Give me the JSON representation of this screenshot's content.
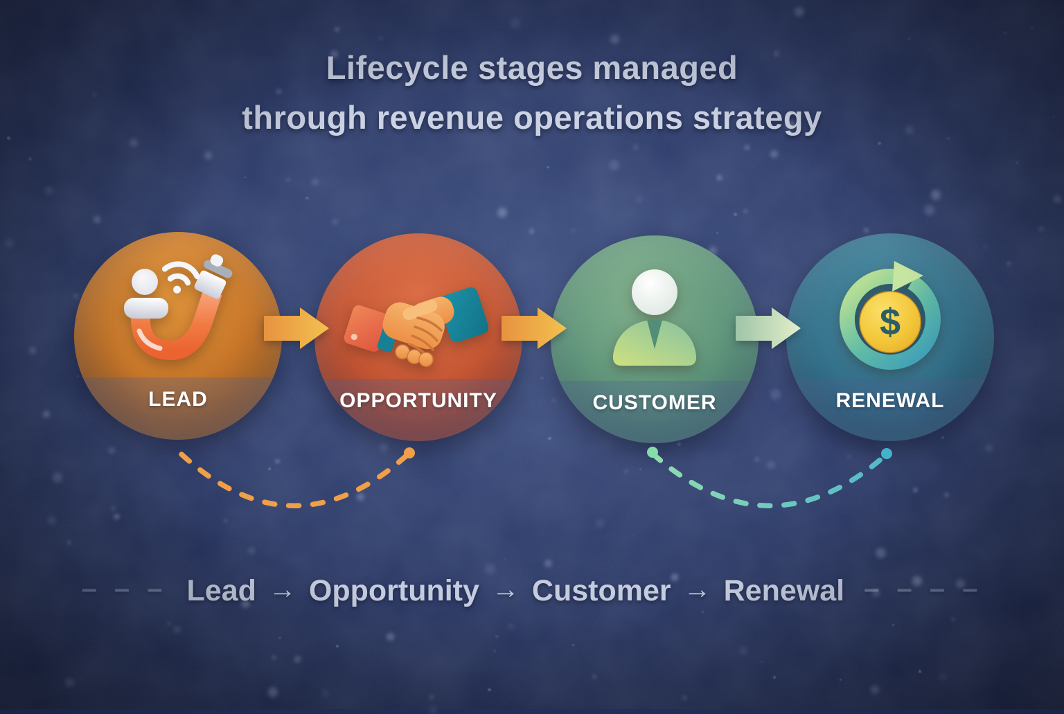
{
  "title": {
    "line1": "Lifecycle stages managed",
    "line2": "through revenue operations strategy"
  },
  "stages": [
    {
      "label": "LEAD",
      "icon": "magnet-attraction-icon",
      "color": "#c77424"
    },
    {
      "label": "OPPORTUNITY",
      "icon": "handshake-icon",
      "color": "#c5532f"
    },
    {
      "label": "CUSTOMER",
      "icon": "person-icon",
      "color": "#5e9579"
    },
    {
      "label": "RENEWAL",
      "icon": "renewal-cycle-icon",
      "color": "#2f6e88"
    }
  ],
  "flow_summary": {
    "left_dashes": "– – –",
    "items": [
      "Lead",
      "Opportunity",
      "Customer",
      "Renewal"
    ],
    "separator": "→",
    "right_dashes": "– – – –"
  },
  "icons": {
    "coin_symbol": "$"
  },
  "colors": {
    "background_center": "#2e3f6e",
    "background_edge": "#16203f",
    "title_text": "#c9d1e3",
    "stage_label_text": "#ffffff",
    "arrow_gold": "#eeb23f",
    "arrow_pale_green": "#cfe3b4",
    "arc_orange": "#ef9d43",
    "arc_teal_start": "#8edcac",
    "arc_teal_end": "#4db6c9",
    "summary_text": "#c2cadd",
    "coin_gold": "#f3c433"
  }
}
